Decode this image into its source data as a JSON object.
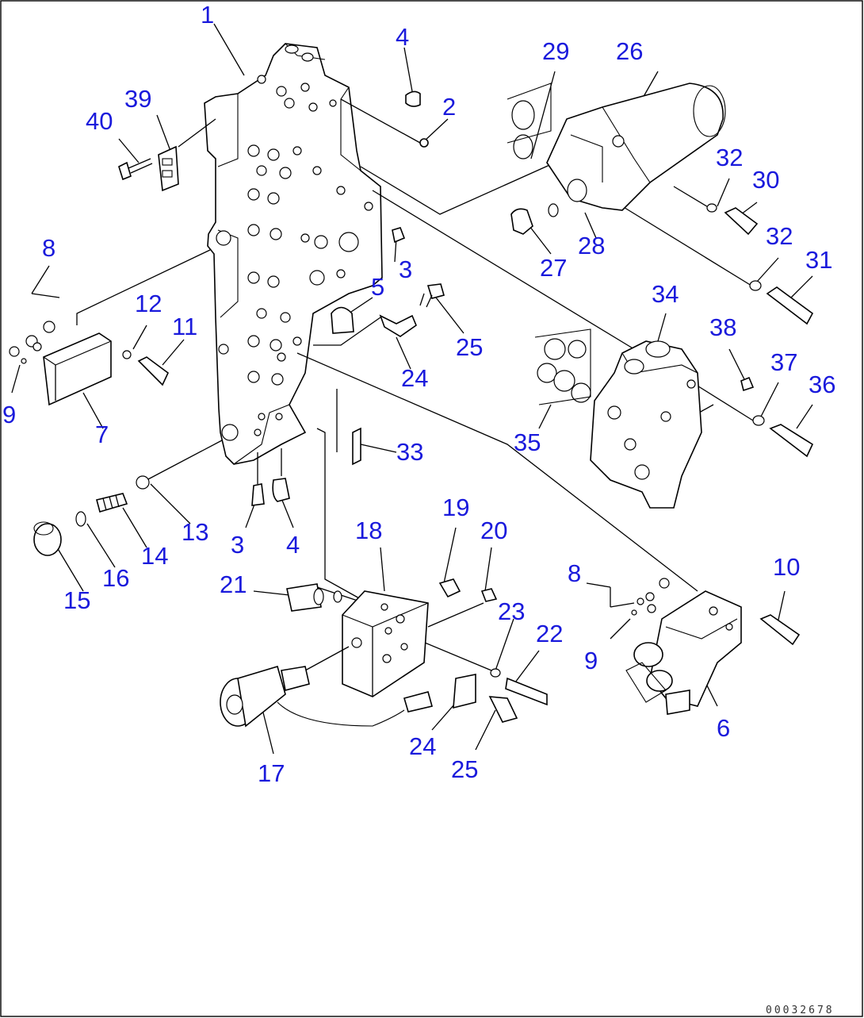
{
  "diagram": {
    "callouts": [
      "1",
      "2",
      "3",
      "3",
      "4",
      "4",
      "5",
      "6",
      "7",
      "8",
      "8",
      "9",
      "9",
      "10",
      "11",
      "12",
      "13",
      "14",
      "15",
      "16",
      "17",
      "18",
      "19",
      "20",
      "21",
      "22",
      "23",
      "24",
      "24",
      "25",
      "25",
      "26",
      "27",
      "28",
      "29",
      "30",
      "31",
      "32",
      "32",
      "33",
      "34",
      "35",
      "36",
      "37",
      "38",
      "39",
      "40"
    ],
    "drawing_number": "00032678"
  },
  "colors": {
    "callout": "#1a1adc",
    "line": "#000000",
    "background": "#ffffff"
  }
}
